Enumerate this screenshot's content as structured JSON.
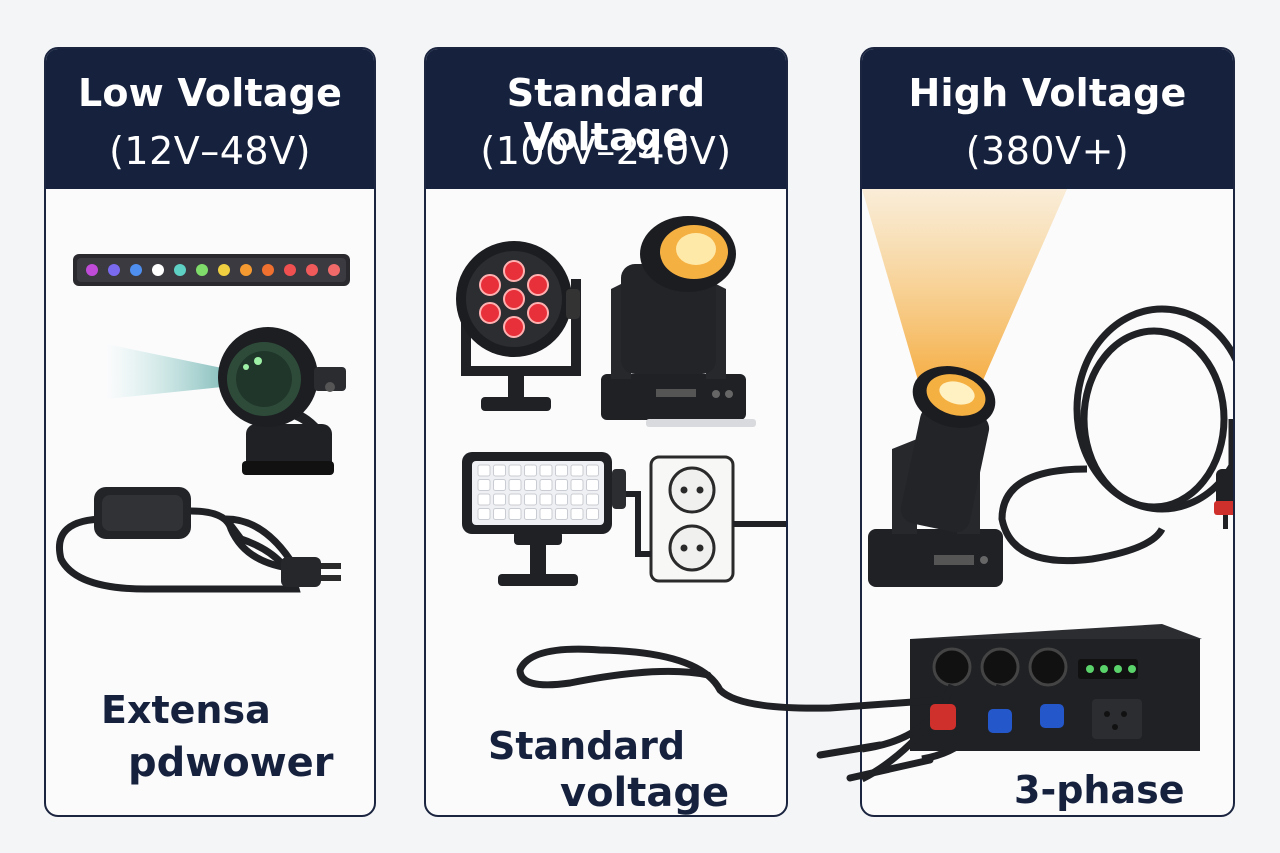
{
  "panels": [
    {
      "title": "Low Voltage",
      "range": "(12V–48V)",
      "caption_line1": "Extensa",
      "caption_line2": "pdwower"
    },
    {
      "title": "Standard Voltage",
      "range": "(100V–240V)",
      "caption_line1": "Standard",
      "caption_line2": "voltage"
    },
    {
      "title": "High Voltage",
      "range": "(380V+)",
      "caption_line1": "3-phase"
    }
  ],
  "colors": {
    "header_bg": "#16213d",
    "panel_bg": "#fbfbfc",
    "device_black": "#1f2124",
    "beam_warm": "#f5b042",
    "led_red": "#e8303a",
    "connector_red": "#d0302c",
    "connector_blue": "#2457c9",
    "indicator_green": "#5ad36a"
  },
  "icons": [
    "rgb-led-strip-icon",
    "mini-spotlight-icon",
    "power-adapter-icon",
    "led-par-can-icon",
    "moving-head-icon",
    "led-panel-light-icon",
    "wall-outlet-icon",
    "ac-plug-icon",
    "high-power-moving-head-icon",
    "coiled-cable-icon",
    "power-distribution-box-icon"
  ]
}
